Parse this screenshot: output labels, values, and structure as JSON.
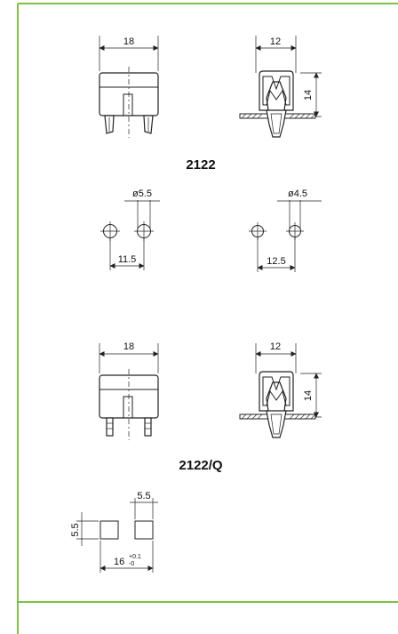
{
  "frame": {
    "border_color": "#7dc242"
  },
  "part_2122": {
    "code": "2122",
    "front_width": "18",
    "side_width": "12",
    "side_height": "14",
    "hole_diameter_a": "ø5.5",
    "hole_spacing_a": "11.5",
    "hole_diameter_b": "ø4.5",
    "hole_spacing_b": "12.5"
  },
  "part_2122q": {
    "code": "2122/Q",
    "front_width": "18",
    "side_width": "12",
    "side_height": "14",
    "cutout_width": "5.5",
    "cutout_height": "5.5",
    "cutout_spacing": "16",
    "tol_upper": "+0.1",
    "tol_lower": "-0"
  }
}
